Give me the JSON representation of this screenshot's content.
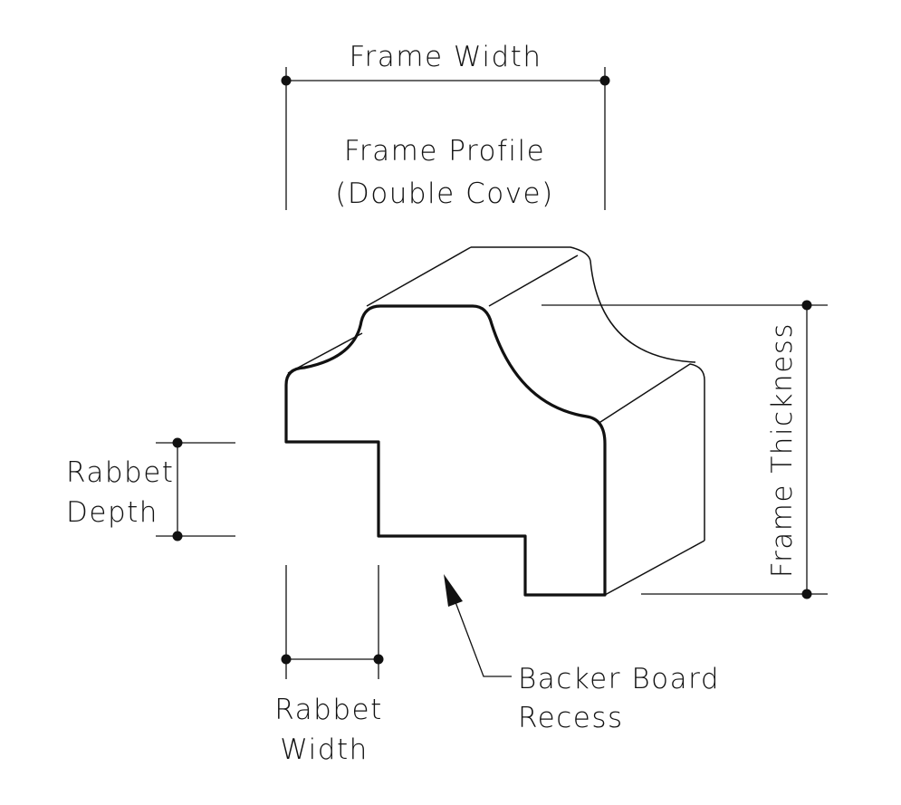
{
  "labels": {
    "frame_width": "Frame Width",
    "frame_profile_line1": "Frame Profile",
    "frame_profile_line2": "(Double Cove)",
    "frame_thickness": "Frame Thickness",
    "rabbet_depth_line1": "Rabbet",
    "rabbet_depth_line2": "Depth",
    "rabbet_width_line1": "Rabbet",
    "rabbet_width_line2": "Width",
    "backer_board_line1": "Backer Board",
    "backer_board_line2": "Recess"
  },
  "colors": {
    "ink": "#111111",
    "background": "#ffffff",
    "stipple": "#555555"
  }
}
